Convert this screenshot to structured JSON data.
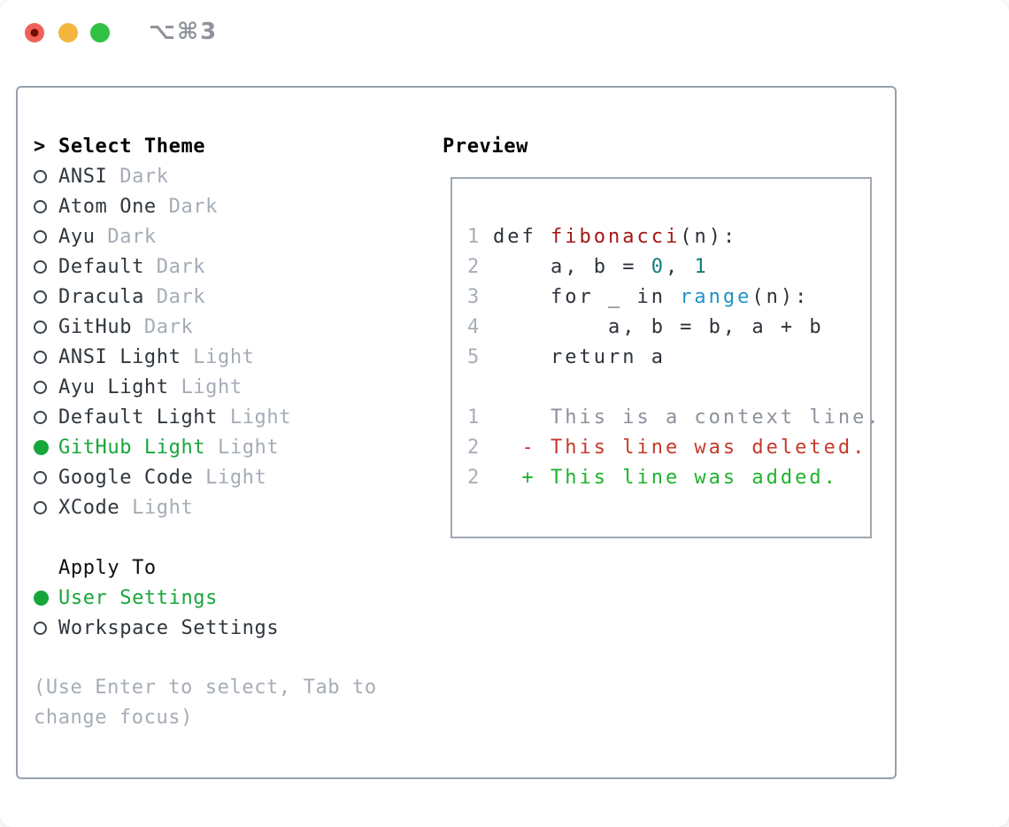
{
  "titlebar": {
    "shortcut": "⌥⌘3",
    "traffic_lights": {
      "close_color": "#ef6158",
      "close_dot_color": "#750c04",
      "minimize_color": "#f4b63f",
      "zoom_color": "#30c144"
    }
  },
  "theme_picker": {
    "header": "Select Theme",
    "header_prefix": ">",
    "items": [
      {
        "name": "ANSI",
        "tag": "Dark",
        "selected": false
      },
      {
        "name": "Atom One",
        "tag": "Dark",
        "selected": false
      },
      {
        "name": "Ayu",
        "tag": "Dark",
        "selected": false
      },
      {
        "name": "Default",
        "tag": "Dark",
        "selected": false
      },
      {
        "name": "Dracula",
        "tag": "Dark",
        "selected": false
      },
      {
        "name": "GitHub",
        "tag": "Dark",
        "selected": false
      },
      {
        "name": "ANSI Light",
        "tag": "Light",
        "selected": false
      },
      {
        "name": "Ayu Light",
        "tag": "Light",
        "selected": false
      },
      {
        "name": "Default Light",
        "tag": "Light",
        "selected": false
      },
      {
        "name": "GitHub Light",
        "tag": "Light",
        "selected": true
      },
      {
        "name": "Google Code",
        "tag": "Light",
        "selected": false
      },
      {
        "name": "XCode",
        "tag": "Light",
        "selected": false
      }
    ]
  },
  "apply_to": {
    "header": "Apply To",
    "items": [
      {
        "label": "User Settings",
        "selected": true
      },
      {
        "label": "Workspace Settings",
        "selected": false
      }
    ]
  },
  "help_text": "(Use Enter to select, Tab to change focus)",
  "preview": {
    "title": "Preview",
    "code_lines": [
      {
        "num": "1",
        "segments": [
          {
            "text": "def ",
            "color": "default"
          },
          {
            "text": "fibonacci",
            "color": "function"
          },
          {
            "text": "(n):",
            "color": "default"
          }
        ]
      },
      {
        "num": "2",
        "segments": [
          {
            "text": "    a, b = ",
            "color": "default"
          },
          {
            "text": "0",
            "color": "number"
          },
          {
            "text": ", ",
            "color": "default"
          },
          {
            "text": "1",
            "color": "number"
          }
        ]
      },
      {
        "num": "3",
        "segments": [
          {
            "text": "    for _ in ",
            "color": "default"
          },
          {
            "text": "range",
            "color": "builtin"
          },
          {
            "text": "(n):",
            "color": "default"
          }
        ]
      },
      {
        "num": "4",
        "segments": [
          {
            "text": "        a, b = b, a + b",
            "color": "default"
          }
        ]
      },
      {
        "num": "5",
        "segments": [
          {
            "text": "    return a",
            "color": "default"
          }
        ]
      },
      {
        "num": "",
        "segments": []
      },
      {
        "num": "1",
        "segments": [
          {
            "text": "    This is a context line.",
            "color": "context"
          }
        ]
      },
      {
        "num": "2",
        "segments": [
          {
            "text": "  - This line was deleted.",
            "color": "deleted"
          }
        ]
      },
      {
        "num": "2",
        "segments": [
          {
            "text": "  + This line was added.",
            "color": "added"
          }
        ]
      }
    ]
  },
  "colors": {
    "selection_green": "#17a63a",
    "text_dark": "#2f363d",
    "muted_tag": "#a4acb6",
    "panel_border": "#98a0ac",
    "code_theme": {
      "default": "#2d333b",
      "function": "#a31616",
      "number": "#0e7d7d",
      "builtin": "#2191cc",
      "context": "#8b929b",
      "deleted": "#c5392b",
      "added": "#1db32b"
    }
  }
}
